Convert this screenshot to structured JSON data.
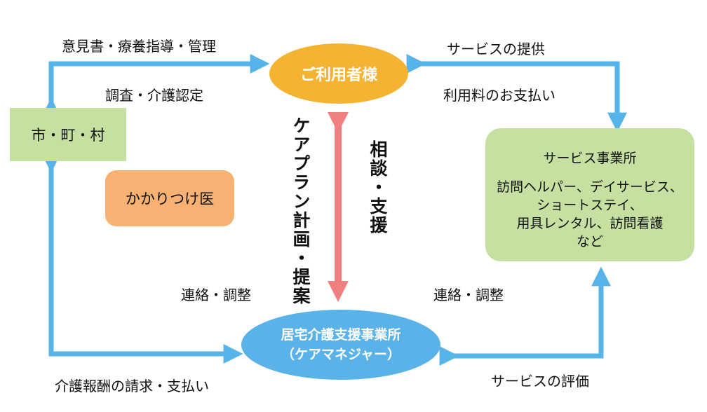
{
  "nodes": {
    "user": "ご利用者様",
    "city": "市・町・村",
    "doctor": "かかりつけ医",
    "provider": {
      "title": "サービス事業所",
      "lines": [
        "訪問ヘルパー、デイサービス、",
        "ショートステイ、",
        "用具レンタル、訪問看護",
        "など"
      ]
    },
    "care_manager": {
      "line1": "居宅介護支援事業所",
      "line2": "（ケアマネジャー）"
    }
  },
  "labels": {
    "opinion": "意見書・療養指導・管理",
    "survey": "調査・介護認定",
    "service_provision": "サービスの提供",
    "fee_payment": "利用料のお支払い",
    "careplan": "ケアプラン計画・提案",
    "consult": "相談・支援",
    "liaison_left": "連絡・調整",
    "liaison_right": "連絡・調整",
    "billing": "介護報酬の請求・支払い",
    "evaluation": "サービスの評価"
  },
  "colors": {
    "blue_arrow": "#56b4e9",
    "pink_arrow": "#f08080",
    "user_fill": "#f4b431",
    "city_fill": "#c6e0a2",
    "doctor_fill": "#f7b172",
    "care_fill": "#5ab3e8"
  }
}
